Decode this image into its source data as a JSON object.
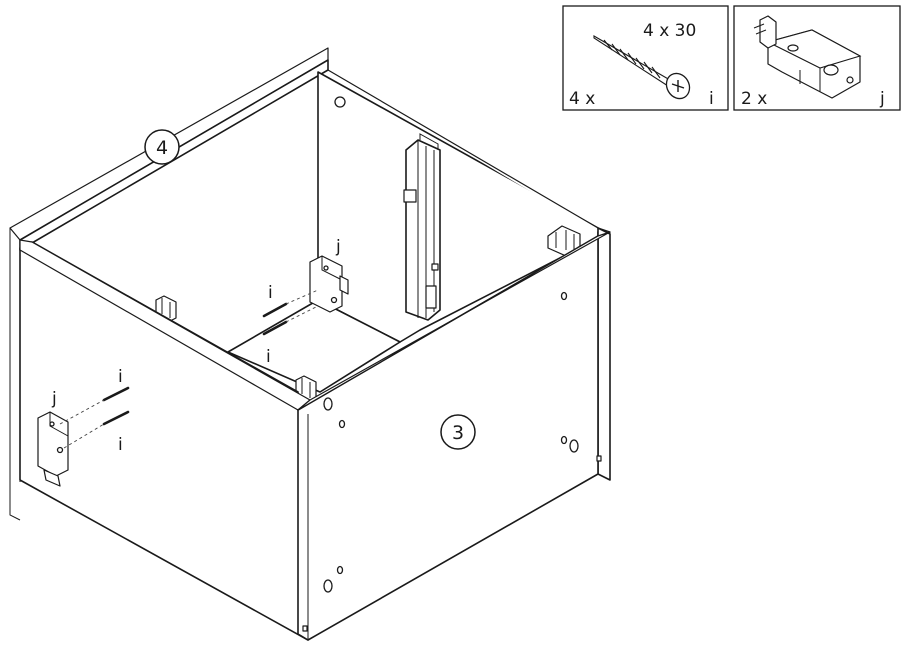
{
  "callouts": {
    "back_panel_number": "4",
    "front_panel_number": "3"
  },
  "hardware_boxes": {
    "screw": {
      "size": "4 x 30",
      "quantity": "4 x",
      "code": "i"
    },
    "bracket": {
      "quantity": "2 x",
      "code": "j"
    }
  },
  "labels": {
    "inner_bracket": "j",
    "inner_screw_top": "i",
    "inner_screw_bottom": "i",
    "outer_bracket": "j",
    "outer_screw_top": "i",
    "outer_screw_bottom": "i"
  }
}
